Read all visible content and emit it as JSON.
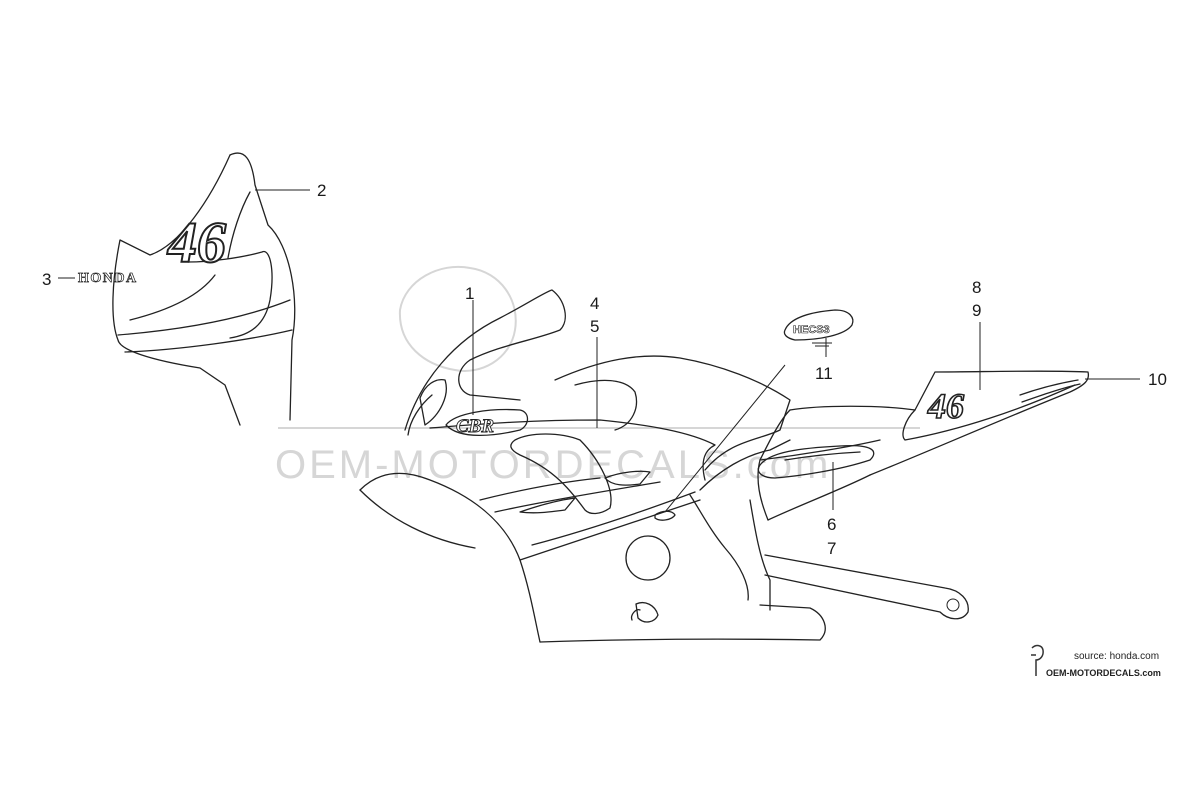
{
  "callouts": {
    "c1": "1",
    "c2": "2",
    "c3": "3",
    "c4": "4",
    "c5": "5",
    "c6": "6",
    "c7": "7",
    "c8": "8",
    "c9": "9",
    "c10": "10",
    "c11": "11"
  },
  "decals": {
    "honda_text": "HONDA",
    "number_front": "46",
    "number_tail": "46",
    "cbr_logo": "CBR",
    "hecs3_logo": "HECS3"
  },
  "watermark": {
    "text": "OEM-MOTORDECALS.com"
  },
  "credit": {
    "source": "source: honda.com",
    "site": "OEM-MOTORDECALS.com"
  }
}
